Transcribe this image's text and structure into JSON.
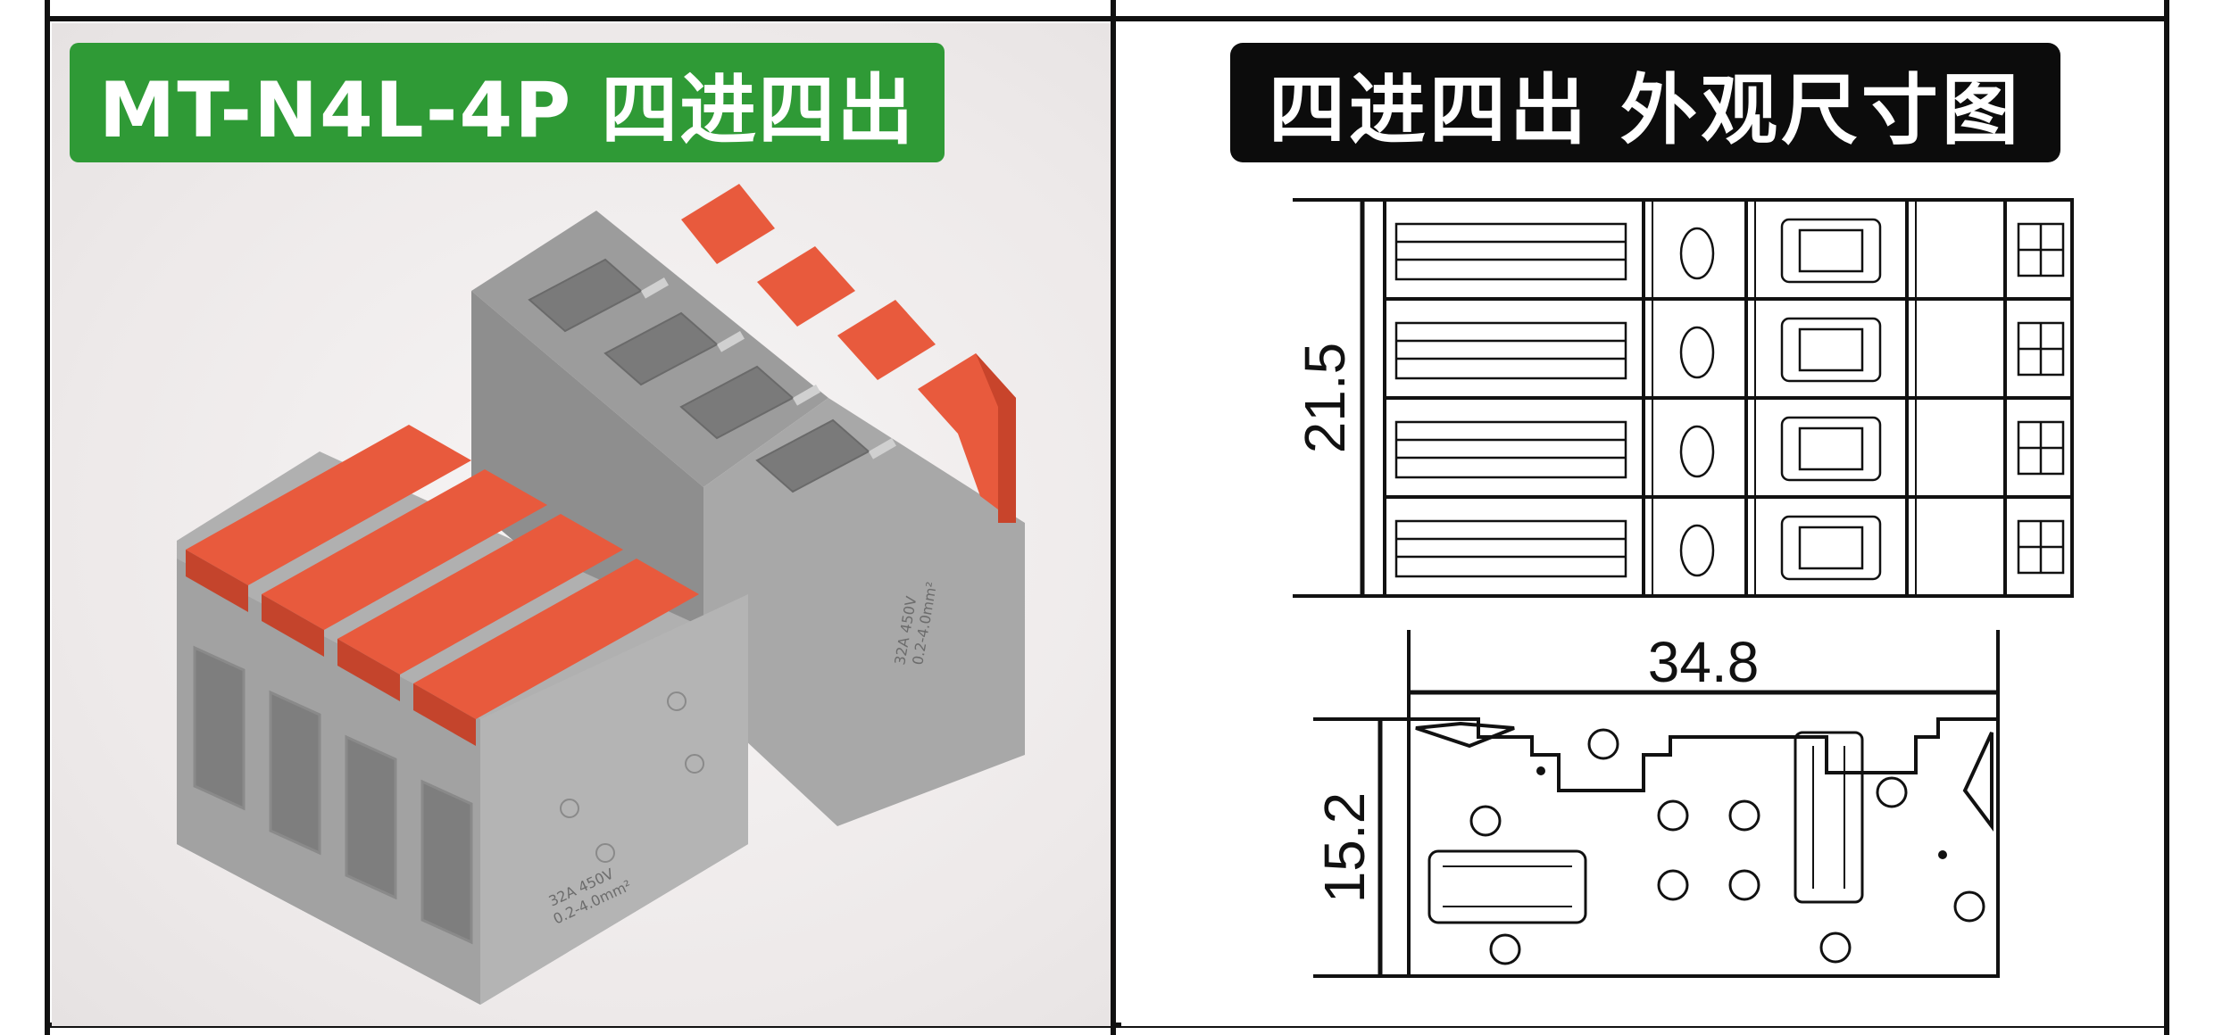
{
  "left_panel": {
    "title": "MT-N4L-4P 四进四出",
    "title_bg_color": "#2f9a36",
    "product": {
      "lever_color": "#e8553a",
      "body_color": "#a7a7a7",
      "front_marking": [
        "32A 450V",
        "0.2-4.0mm²"
      ],
      "side_marking": [
        "32A 450V",
        "0.2-4.0mm²"
      ]
    }
  },
  "right_panel": {
    "title": "四进四出 外观尺寸图",
    "title_bg_color": "#0c0c0c",
    "top_view": {
      "height_label": "21.5"
    },
    "side_view": {
      "width_label": "34.8",
      "height_label": "15.2"
    }
  }
}
